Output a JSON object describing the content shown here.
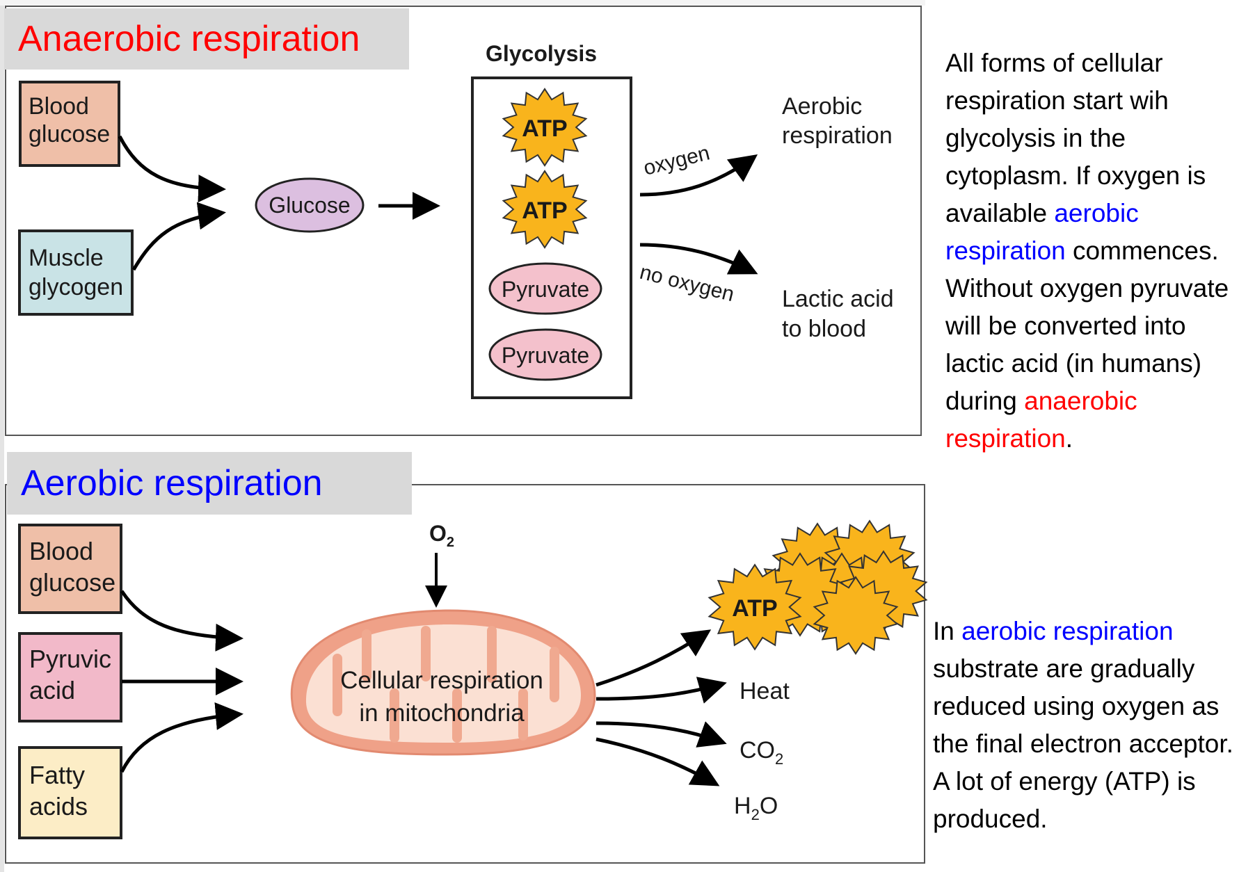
{
  "colors": {
    "anaerobic_title": "#ff0000",
    "aerobic_title": "#0000ff",
    "title_bg": "#d9d9d9",
    "blood_glucose_fill": "#efbfa8",
    "muscle_glycogen_fill": "#c9e3e6",
    "pyruvic_acid_fill": "#f2b9c9",
    "fatty_acids_fill": "#fcedc6",
    "glucose_fill": "#dcbfe0",
    "pyruvate_fill": "#f4c1cc",
    "atp_fill": "#f9b41c",
    "mito_outer": "#efa188",
    "mito_inner": "#fbe0d3"
  },
  "anaerobic": {
    "title": "Anaerobic respiration",
    "sources": [
      {
        "line1": "Blood",
        "line2": "glucose"
      },
      {
        "line1": "Muscle",
        "line2": "glycogen"
      }
    ],
    "glucose_label": "Glucose",
    "glycolysis_label": "Glycolysis",
    "glycolysis_products": [
      "ATP",
      "ATP",
      "Pyruvate",
      "Pyruvate"
    ],
    "branch_oxygen": "oxygen",
    "branch_no_oxygen": "no oxygen",
    "outcome_aerobic": {
      "line1": "Aerobic",
      "line2": "respiration"
    },
    "outcome_lactic": {
      "line1": "Lactic acid",
      "line2": "to blood"
    }
  },
  "aerobic": {
    "title": "Aerobic respiration",
    "sources": [
      {
        "line1": "Blood",
        "line2": "glucose"
      },
      {
        "line1": "Pyruvic",
        "line2": "acid"
      },
      {
        "line1": "Fatty",
        "line2": "acids"
      }
    ],
    "o2_label": "O",
    "o2_sub": "2",
    "mito_line1": "Cellular respiration",
    "mito_line2": "in mitochondria",
    "atp_label": "ATP",
    "products": {
      "heat": "Heat",
      "co2_main": "CO",
      "co2_sub": "2",
      "h2o_h": "H",
      "h2o_sub": "2",
      "h2o_o": "O"
    }
  },
  "side_text_top": {
    "part1": "All forms of cellular respiration start wih glycolysis in the cytoplasm. If oxygen is available ",
    "highlight_blue": "aerobic respiration",
    "part2": " commences. Without oxygen pyruvate will be converted into lactic acid (in humans) during ",
    "highlight_red": "anaerobic respiration",
    "part3": "."
  },
  "side_text_bottom": {
    "part1": "In ",
    "highlight_blue": "aerobic respiration",
    "part2": " substrate are gradually reduced using oxygen as the final electron acceptor. A lot of energy (ATP) is produced."
  }
}
